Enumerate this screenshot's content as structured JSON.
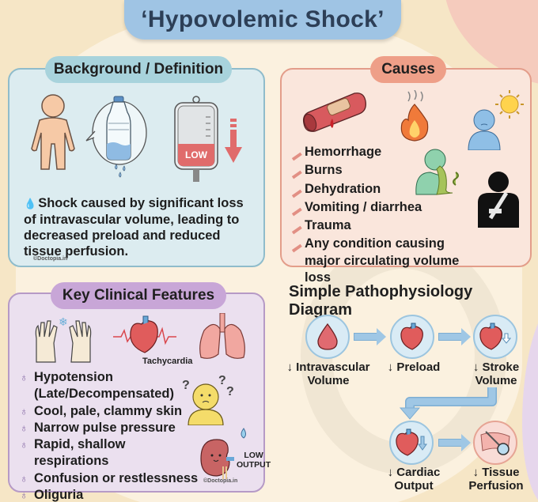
{
  "title": "‘Hypovolemic Shock’",
  "colors": {
    "title_pill": "#9fc4e4",
    "background_panel": "#dcecf0",
    "causes_panel": "#fae6dc",
    "features_panel": "#ebe0ef",
    "arrow": "#9fc7e5",
    "blood_red": "#d9474d"
  },
  "background": {
    "header": "Background / Definition",
    "definition_icon": "water-drop-icon",
    "definition": "Shock caused by significant loss of intravascular volume, leading to decreased preload and reduced tissue perfusion.",
    "iv_bag_label": "LOW",
    "watermark": "©Doctopia.in",
    "illustrations": [
      "person-icon",
      "water-bottle-icon",
      "iv-bag-icon",
      "down-arrow-icon"
    ]
  },
  "causes": {
    "header": "Causes",
    "bullet_icon": "bandage-icon",
    "items": [
      "Hemorrhage",
      "Burns",
      "Dehydration",
      "Vomiting / diarrhea",
      "Trauma",
      "Any condition causing major circulating volume loss"
    ],
    "illustrations": [
      "bleeding-vessel-icon",
      "fire-icon",
      "sweating-person-sun-icon",
      "vomiting-person-icon",
      "trauma-silhouette-icon"
    ]
  },
  "features": {
    "header": "Key Clinical Features",
    "tachycardia_label": "Tachycardia",
    "bullet_icon": "stethoscope-icon",
    "items": [
      "Hypotension (Late/Decompensated)",
      "Cool, pale, clammy skin",
      "Narrow pulse pressure",
      "Rapid, shallow respirations",
      "Confusion or restlessness",
      "Oliguria"
    ],
    "kidney_label_1": "LOW",
    "kidney_label_2": "OUTPUT",
    "watermark": "©Doctopia.in",
    "illustrations": [
      "cold-hands-icon",
      "heart-ecg-icon",
      "lungs-icon",
      "confused-face-icon",
      "kidney-icon"
    ]
  },
  "diagram": {
    "title": "Simple Pathophysiology Diagram",
    "steps": [
      {
        "label_1": "↓ Intravascular",
        "label_2": "Volume",
        "icon": "blood-drop-icon"
      },
      {
        "label_1": "↓ Preload",
        "label_2": "",
        "icon": "heart-icon"
      },
      {
        "label_1": "↓ Stroke",
        "label_2": "Volume",
        "icon": "heart-down-icon"
      },
      {
        "label_1": "↓ Cardiac",
        "label_2": "Output",
        "icon": "heart-down-icon"
      },
      {
        "label_1": "↓ Tissue",
        "label_2": "Perfusion",
        "icon": "tissue-magnifier-icon"
      }
    ]
  }
}
